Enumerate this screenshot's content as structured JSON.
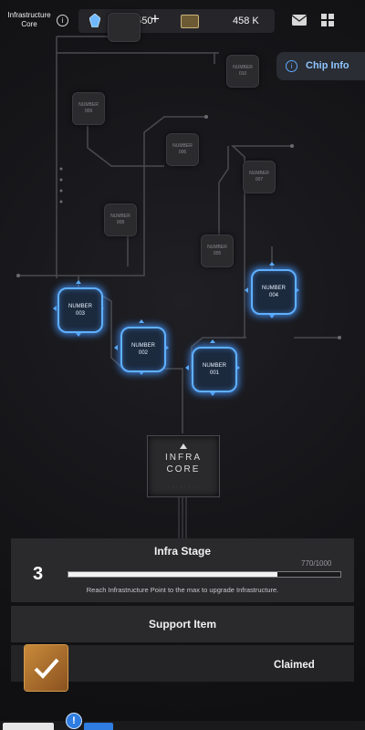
{
  "header": {
    "title_line1": "Infrastructure",
    "title_line2": "Core",
    "info_icon": "info-icon",
    "currency_value": "2,550",
    "plus_label": "+",
    "ticket_value": "458 K",
    "mail_icon": "mail-icon",
    "menu_icon": "grid-icon"
  },
  "chip_info": {
    "label": "Chip Info",
    "icon": "info-icon"
  },
  "nodes": {
    "n010": {
      "label": "NUMBER",
      "number": "010"
    },
    "n009": {
      "label": "NUMBER",
      "number": "009"
    },
    "n008": {
      "label": "NUMBER",
      "number": "008"
    },
    "n007": {
      "label": "NUMBER",
      "number": "007"
    },
    "n006": {
      "label": "NUMBER",
      "number": "006"
    },
    "n005": {
      "label": "NUMBER",
      "number": "005"
    },
    "n004": {
      "label": "NUMBER",
      "number": "004"
    },
    "n003": {
      "label": "NUMBER",
      "number": "003"
    },
    "n002": {
      "label": "NUMBER",
      "number": "002"
    },
    "n001": {
      "label": "NUMBER",
      "number": "001"
    }
  },
  "core": {
    "line1": "INFRA",
    "line2": "CORE"
  },
  "stage": {
    "label": "Infra Stage",
    "level": "3",
    "progress_text": "770/1000",
    "progress": 0.77,
    "hint": "Reach Infrastructure Point to the max to upgrade Infrastructure."
  },
  "support": {
    "label": "Support Item",
    "status": "Claimed"
  },
  "colors": {
    "accent_blue": "#5fb0ff",
    "panel": "#2a2a2d",
    "background": "#151518"
  },
  "alert": {
    "label": "!"
  }
}
